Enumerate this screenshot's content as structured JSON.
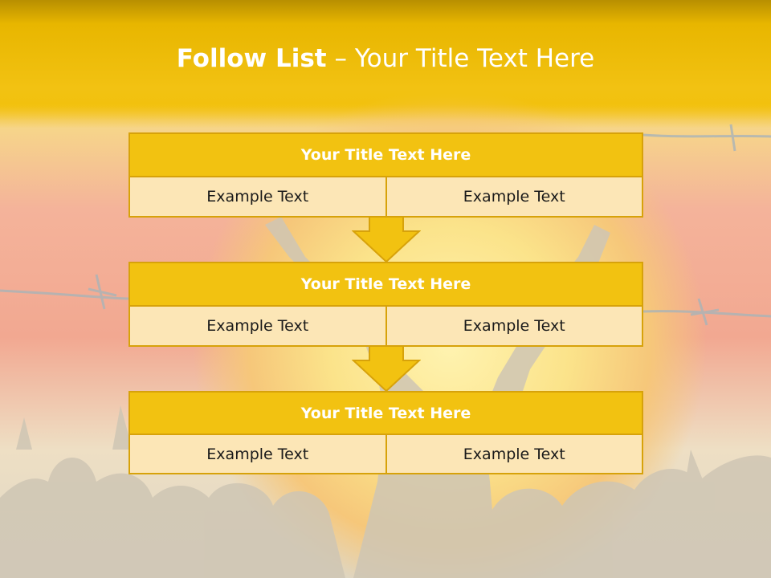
{
  "slide": {
    "title_bold": "Follow List",
    "title_rest": " – Your Title Text Here"
  },
  "blocks": [
    {
      "title": "Your Title Text Here",
      "left": "Example Text",
      "right": "Example Text"
    },
    {
      "title": "Your Title Text Here",
      "left": "Example Text",
      "right": "Example Text"
    },
    {
      "title": "Your Title Text Here",
      "left": "Example Text",
      "right": "Example Text"
    }
  ],
  "colors": {
    "accent": "#f2c211",
    "border": "#d7a20a",
    "cell": "#fce6b6"
  }
}
